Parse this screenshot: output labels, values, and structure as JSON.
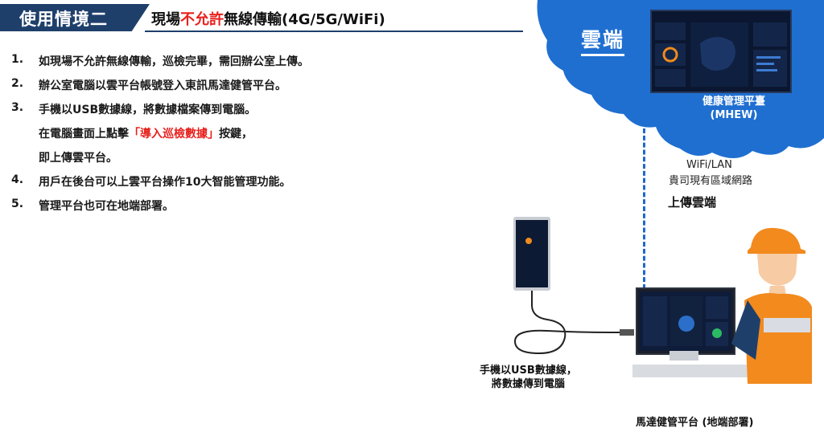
{
  "header": {
    "tab_label": "使用情境二",
    "title_prefix": "現場",
    "title_highlight": "不允許",
    "title_suffix": "無線傳輸(4G/5G/WiFi)"
  },
  "steps": [
    {
      "num": "1.",
      "text": "如現場不允許無線傳輸，巡檢完畢，需回辦公室上傳。"
    },
    {
      "num": "2.",
      "text": "辦公室電腦以雲平台帳號登入東訊馬達健管平台。"
    },
    {
      "num": "3.",
      "text": "手機以USB數據線，將數據檔案傳到電腦。"
    },
    {
      "num": "4.",
      "text": "用戶在後台可以上雲平台操作10大智能管理功能。"
    },
    {
      "num": "5.",
      "text": "管理平台也可在地端部署。"
    }
  ],
  "step3_cont": {
    "line1_prefix": "在電腦畫面上點擊",
    "line1_highlight": "「導入巡檢數據」",
    "line1_suffix": "按鍵，",
    "line2": "即上傳雲平台。"
  },
  "cloud": {
    "label": "雲端",
    "platform_line1": "健康管理平臺",
    "platform_line2": "(MHEW)"
  },
  "network": {
    "wifi_line1": "WiFi/LAN",
    "wifi_line2": "貴司現有區域網路",
    "upload_label": "上傳雲端"
  },
  "phone_caption": {
    "line1": "手機以USB數據線，",
    "line2": "將數據傳到電腦"
  },
  "local_label": "馬達健管平台 (地端部署)",
  "colors": {
    "header_bg": "#1f3f6b",
    "highlight": "#e8201c",
    "cloud": "#1f6fd1",
    "dashed_link": "#1f68c9"
  }
}
